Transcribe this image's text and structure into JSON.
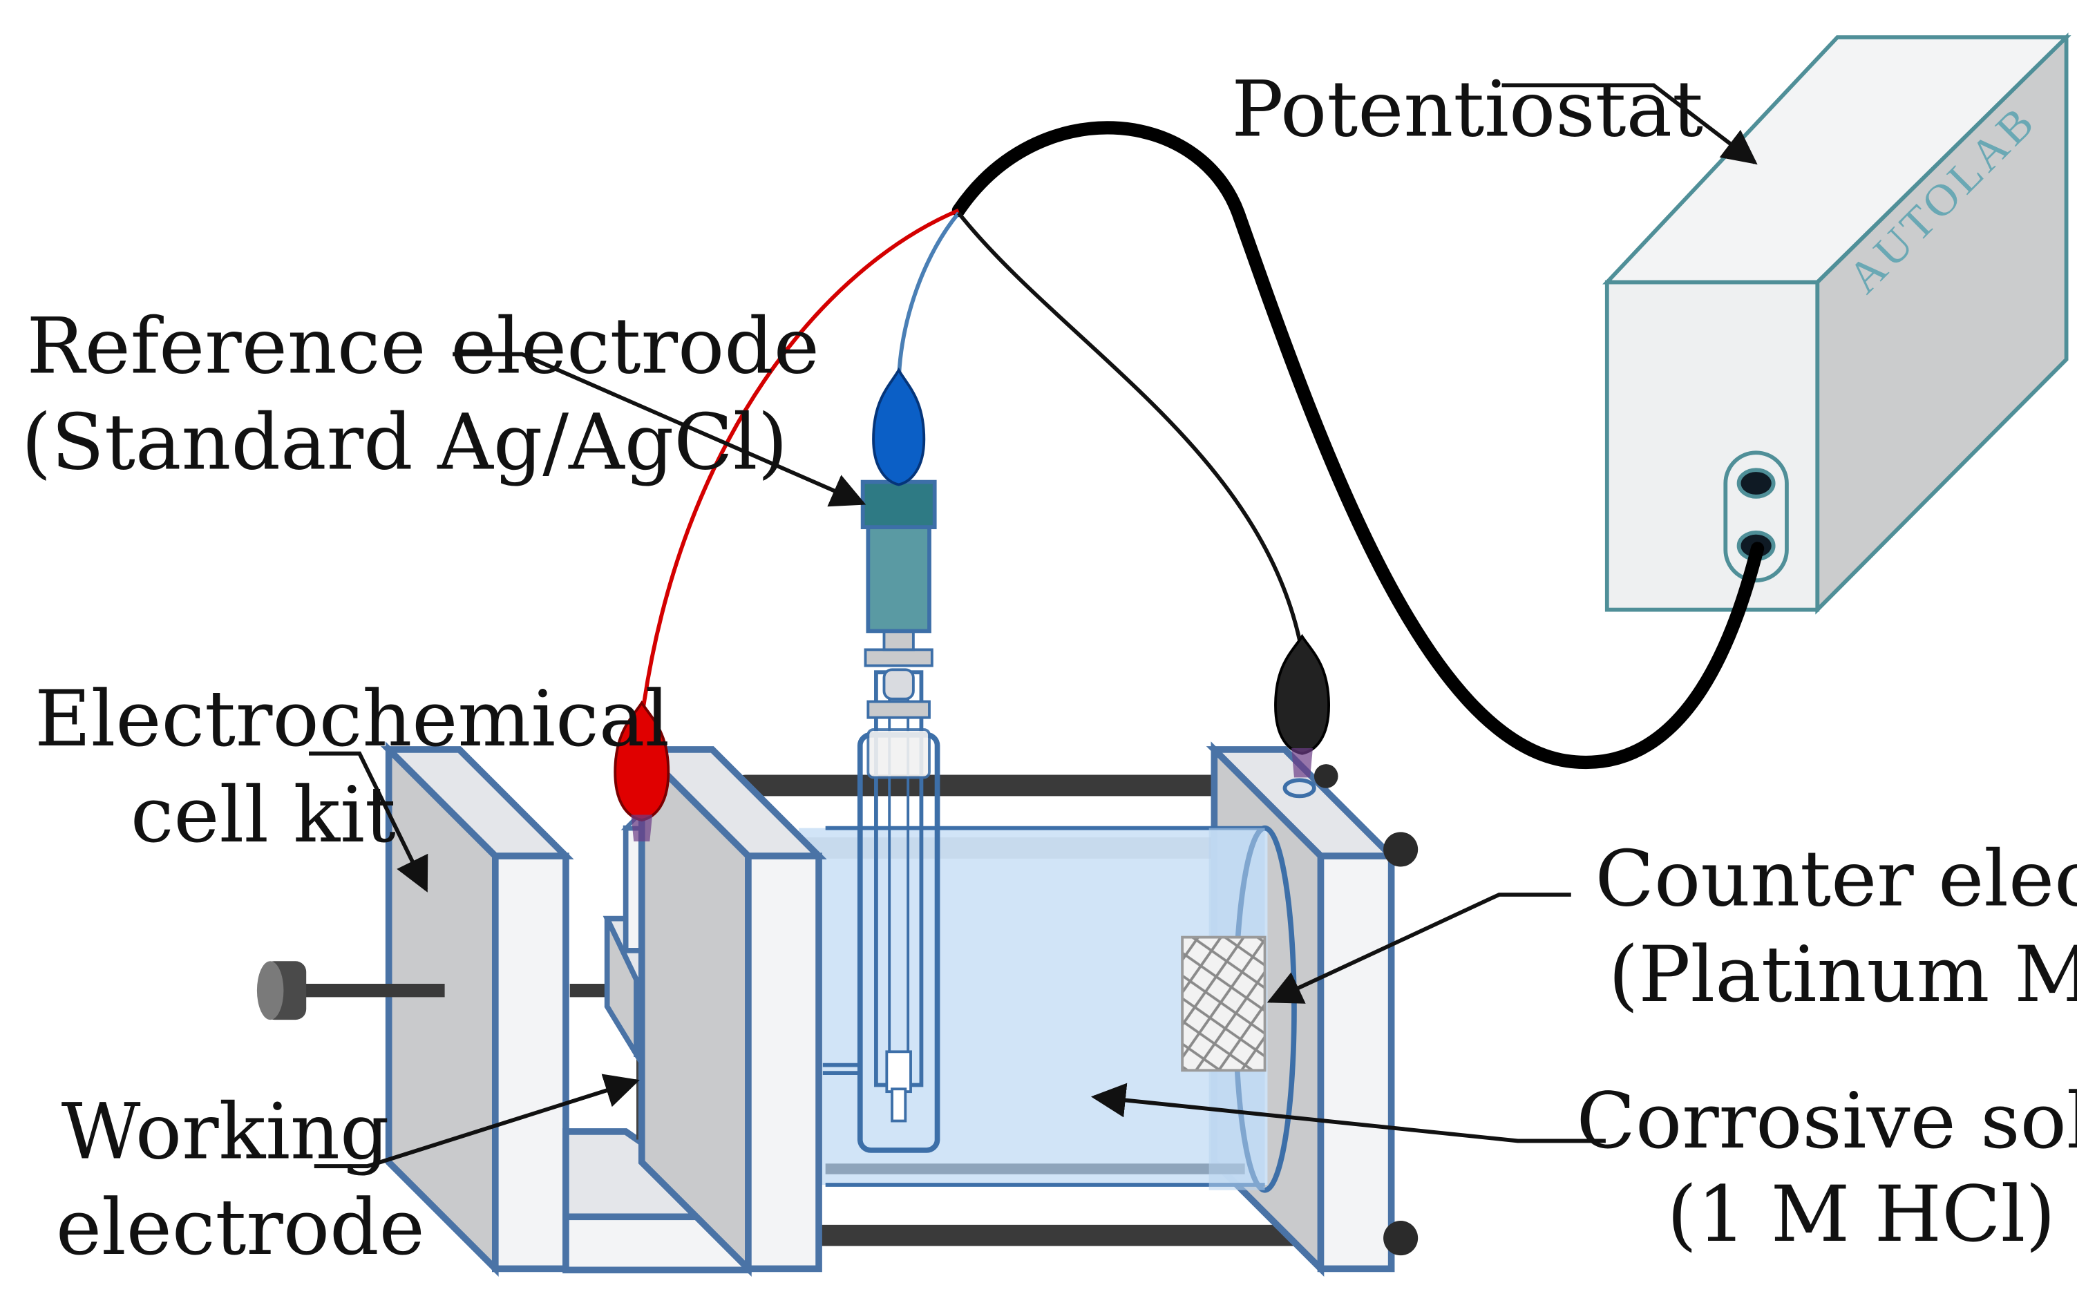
{
  "labels": {
    "potentiostat": "Potentiostat",
    "autolab": "AUTOLAB",
    "reference_line1": "Reference electrode",
    "reference_line2": "(Standard Ag/AgCl)",
    "cell_line1": "Electrochemical",
    "cell_line2": "cell kit",
    "counter_line1": "Counter electrode",
    "counter_line2": "(Platinum Mesh)",
    "working_line1": "Working",
    "working_line2": "electrode",
    "solution_line1": "Corrosive solution",
    "solution_line2": "(1 M HCl)"
  },
  "colors": {
    "outline": "#4a73a6",
    "panel_light": "#f3f4f6",
    "panel_grey": "#c9cacc",
    "solution": "#cfe3f7",
    "reference_body": "#4f9099",
    "clip_red": "#e00000",
    "clip_blue": "#0b5fc6",
    "clip_black": "#222222",
    "wire_red": "#d40000",
    "wire_blue": "#4a7fb5",
    "cable_black": "#000000",
    "potentiostat_box": "#eef0f1",
    "potentiostat_outline": "#4f8f98"
  },
  "icons": {
    "reference_clip": "blue-alligator-clip",
    "working_clip": "red-alligator-clip",
    "counter_clip": "black-alligator-clip"
  }
}
